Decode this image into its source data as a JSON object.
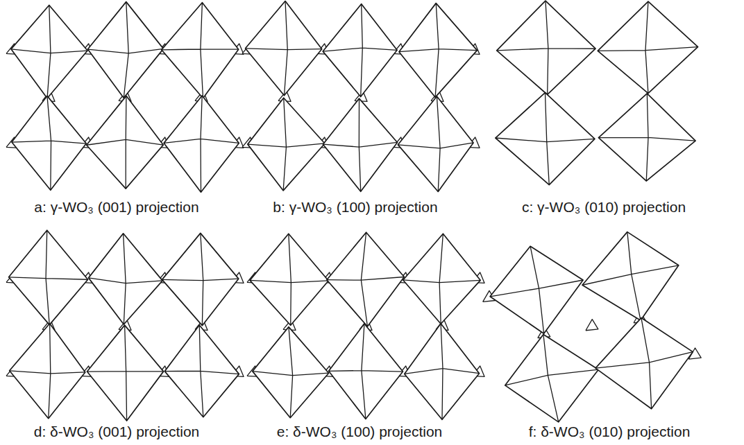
{
  "diagram": {
    "labels": [
      "a: γ-WO₃ (001) projection",
      "b: γ-WO₃ (100) projection",
      "c: γ-WO₃ (010) projection",
      "d: δ-WO₃ (001) projection",
      "e: δ-WO₃ (100) projection",
      "f: δ-WO₃ (010) projection"
    ]
  }
}
